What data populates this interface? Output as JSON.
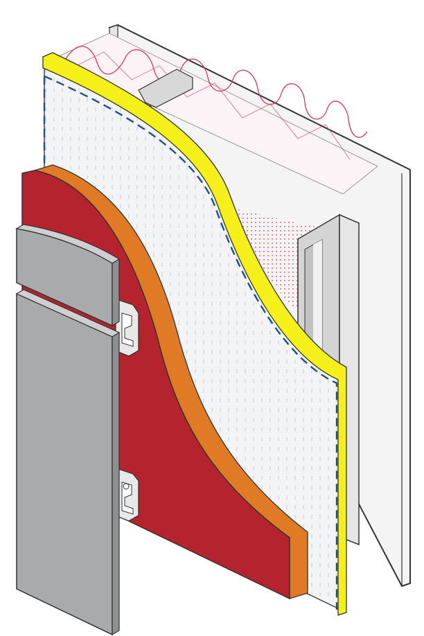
{
  "figure": {
    "layers": [
      {
        "id": "interior-board",
        "color": "#f4f4f4"
      },
      {
        "id": "steel-stud",
        "color": "#d4d4d4"
      },
      {
        "id": "cavity-insulation",
        "color": "#e0365a"
      },
      {
        "id": "exterior-sheathing",
        "color": "#f2f4f6"
      },
      {
        "id": "air-barrier-membrane",
        "color": "#f5ef1a"
      },
      {
        "id": "continuous-insulation-facer",
        "color": "#e07a25"
      },
      {
        "id": "continuous-insulation-board",
        "color": "#b5232e"
      },
      {
        "id": "clip-and-rail",
        "color": "#e8e8e8"
      },
      {
        "id": "metal-cladding-panel",
        "color": "#a9aaac"
      }
    ],
    "dash_color": "#1f4e8c",
    "outline_color": "#333333"
  }
}
